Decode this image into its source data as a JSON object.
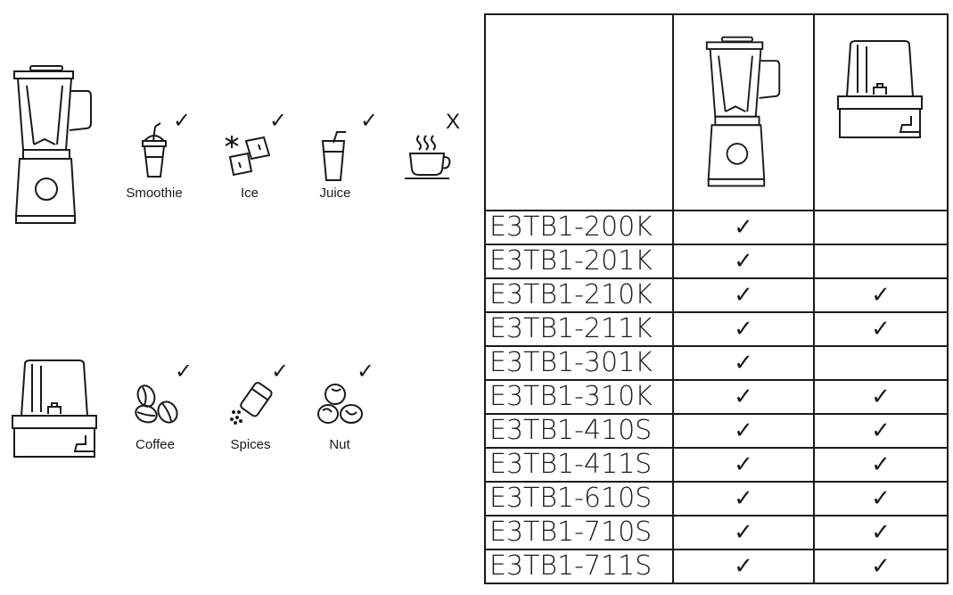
{
  "jug_uses": [
    {
      "label": "Smoothie",
      "mark": "✓",
      "icon": "smoothie-cup-icon"
    },
    {
      "label": "Ice",
      "mark": "✓",
      "icon": "ice-cubes-icon"
    },
    {
      "label": "Juice",
      "mark": "✓",
      "icon": "juice-glass-icon"
    },
    {
      "label": "",
      "mark": "X",
      "icon": "hot-coffee-cup-icon"
    }
  ],
  "mill_uses": [
    {
      "label": "Coffee",
      "mark": "✓",
      "icon": "coffee-beans-icon"
    },
    {
      "label": "Spices",
      "mark": "✓",
      "icon": "spice-shaker-icon"
    },
    {
      "label": "Nut",
      "mark": "✓",
      "icon": "nuts-icon"
    }
  ],
  "table": {
    "header_icons": [
      "blender-jug-icon",
      "grinder-mill-icon"
    ],
    "rows": [
      {
        "model": "E3TB1-200K",
        "jug": "✓",
        "mill": ""
      },
      {
        "model": "E3TB1-201K",
        "jug": "✓",
        "mill": ""
      },
      {
        "model": "E3TB1-210K",
        "jug": "✓",
        "mill": "✓"
      },
      {
        "model": "E3TB1-211K",
        "jug": "✓",
        "mill": "✓"
      },
      {
        "model": "E3TB1-301K",
        "jug": "✓",
        "mill": ""
      },
      {
        "model": "E3TB1-310K",
        "jug": "✓",
        "mill": "✓"
      },
      {
        "model": "E3TB1-410S",
        "jug": "✓",
        "mill": "✓"
      },
      {
        "model": "E3TB1-411S",
        "jug": "✓",
        "mill": "✓"
      },
      {
        "model": "E3TB1-610S",
        "jug": "✓",
        "mill": "✓"
      },
      {
        "model": "E3TB1-710S",
        "jug": "✓",
        "mill": "✓"
      },
      {
        "model": "E3TB1-711S",
        "jug": "✓",
        "mill": "✓"
      }
    ]
  }
}
